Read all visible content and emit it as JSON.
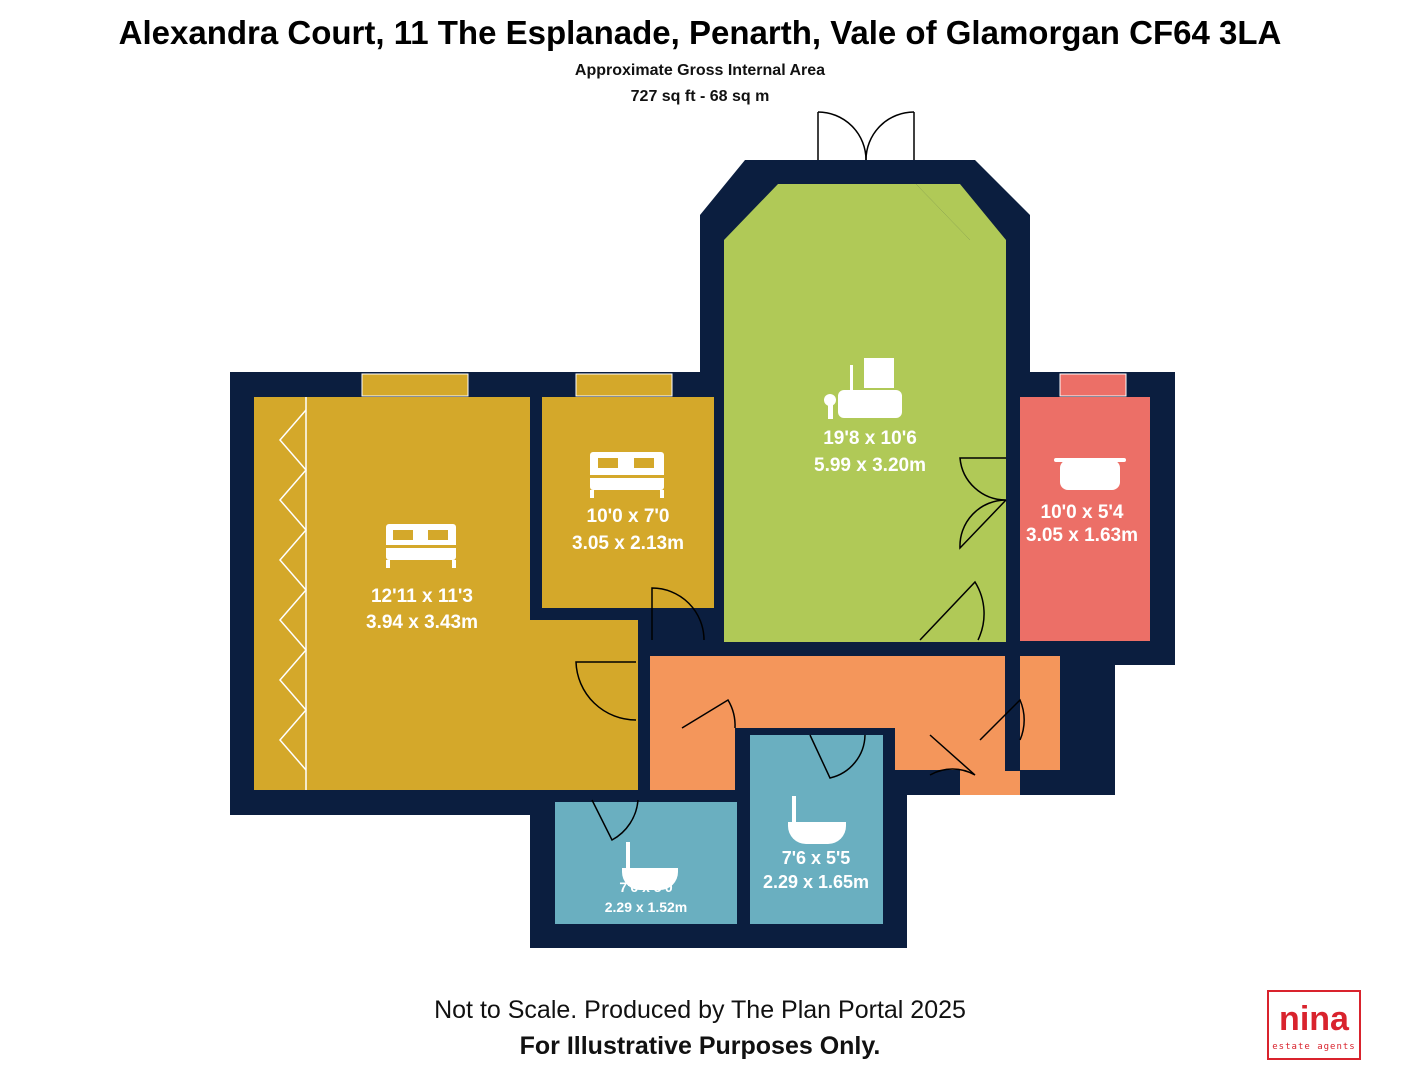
{
  "header": {
    "title": "Alexandra Court, 11 The Esplanade, Penarth, Vale of Glamorgan CF64 3LA",
    "subtitle": "Approximate Gross Internal Area",
    "area": "727 sq ft - 68 sq m"
  },
  "rooms": {
    "bedroom1": {
      "imperial": "12'11 x 11'3",
      "metric": "3.94 x 3.43m",
      "icon": "bed-icon"
    },
    "bedroom2": {
      "imperial": "10'0 x 7'0",
      "metric": "3.05 x 2.13m",
      "icon": "bed-icon"
    },
    "living": {
      "imperial": "19'8 x 10'6",
      "metric": "5.99 x 3.20m",
      "icon": "sofa-icon"
    },
    "kitchen": {
      "imperial": "10'0 x 5'4",
      "metric": "3.05 x 1.63m",
      "icon": "pot-icon"
    },
    "bathroom1": {
      "imperial": "7'6 x 5'0",
      "metric": "2.29 x 1.52m",
      "icon": "bath-icon"
    },
    "bathroom2": {
      "imperial": "7'6 x 5'5",
      "metric": "2.29 x 1.65m",
      "icon": "bath-icon"
    }
  },
  "colors": {
    "wall": "#0b1e3f",
    "bedroom": "#d4a82a",
    "living": "#b0c957",
    "kitchen": "#ec6f67",
    "hall": "#f4965b",
    "bath": "#6aafc0"
  },
  "footer": {
    "line1": "Not to Scale. Produced by The Plan Portal 2025",
    "line2": "For Illustrative Purposes Only."
  },
  "logo": {
    "name": "nina",
    "tagline": "estate agents"
  }
}
